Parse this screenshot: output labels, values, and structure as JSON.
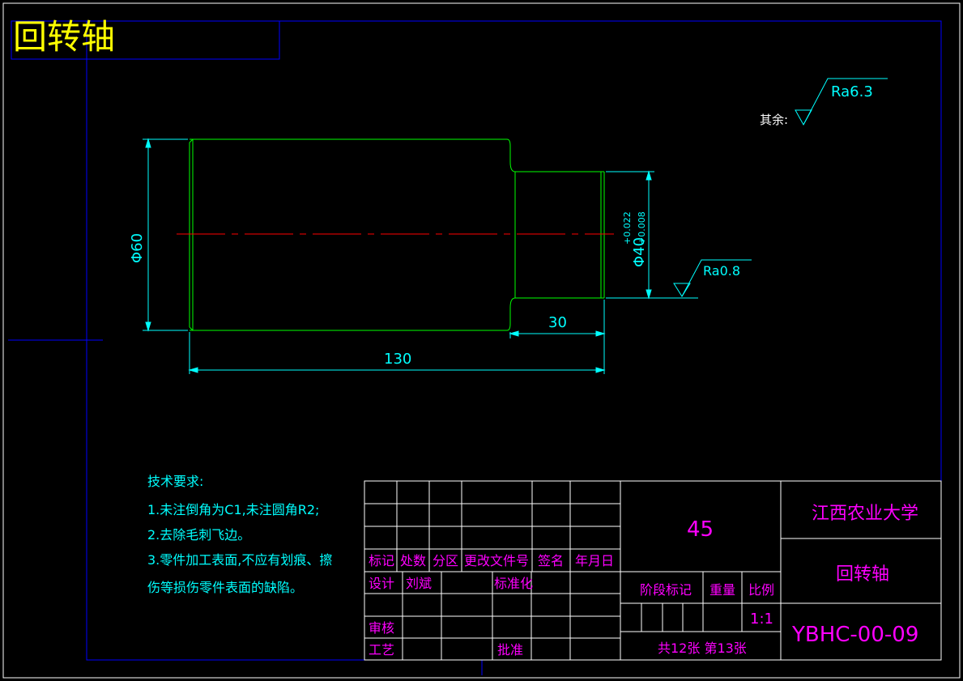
{
  "title": "回转轴",
  "colors": {
    "frame": "#0000ff",
    "outline": "#00ff00",
    "dimension": "#00ffff",
    "centerline": "#ff0000",
    "titleblock_text": "#ff00ff",
    "title_text": "#ffff00",
    "border": "#ffffff"
  },
  "surface_finish": {
    "general_label": "其余:",
    "general_value": "Ra6.3",
    "local_value": "Ra0.8"
  },
  "dimensions": {
    "big_diameter": "Φ60",
    "small_diameter": "Φ40",
    "small_tol_upper": "+0.022",
    "small_tol_lower": "+0.008",
    "step_length": "30",
    "total_length": "130"
  },
  "tech_requirements": {
    "heading": "技术要求:",
    "items": [
      "1.未注倒角为C1,未注圆角R2;",
      "2.去除毛刺飞边。",
      "3.零件加工表面,不应有划痕、擦",
      "伤等损伤零件表面的缺陷。"
    ]
  },
  "title_block": {
    "material": "45",
    "school": "江西农业大学",
    "part_name": "回转轴",
    "drawing_no": "YBHC-00-09",
    "headers": [
      "标记",
      "处数",
      "分区",
      "更改文件号",
      "签名",
      "年月日"
    ],
    "design_label": "设计",
    "designer": "刘斌",
    "standardize_label": "标准化",
    "review_label": "审核",
    "process_label": "工艺",
    "approve_label": "批准",
    "stage_label": "阶段标记",
    "weight_label": "重量",
    "scale_label": "比例",
    "scale_value": "1:1",
    "sheets": "共12张 第13张"
  }
}
